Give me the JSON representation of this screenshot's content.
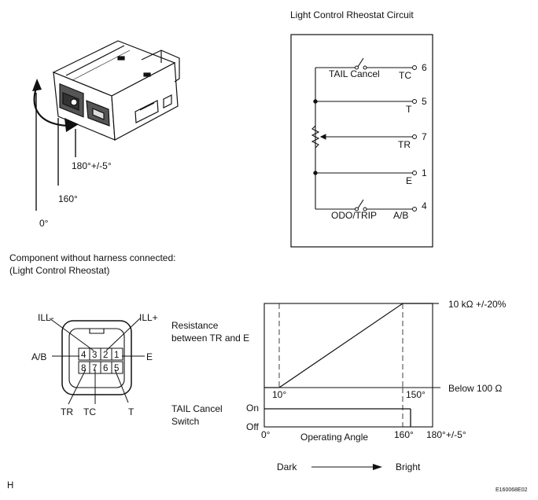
{
  "circuit": {
    "title": "Light Control Rheostat Circuit",
    "switch_top": "TAIL Cancel",
    "switch_bottom": "ODO/TRIP",
    "terminals": [
      {
        "name": "TC",
        "pin": "6"
      },
      {
        "name": "T",
        "pin": "5"
      },
      {
        "name": "TR",
        "pin": "7"
      },
      {
        "name": "E",
        "pin": "1"
      },
      {
        "name": "A/B",
        "pin": "4"
      }
    ]
  },
  "rotation": {
    "angle_max": "180°+/-5°",
    "angle_mid": "160°",
    "angle_zero": "0°"
  },
  "component": {
    "caption_line1": "Component without harness connected:",
    "caption_line2": "(Light Control Rheostat)"
  },
  "connector": {
    "top_left_label": "ILL-",
    "top_right_label": "ILL+",
    "left_label": "A/B",
    "right_label": "E",
    "bottom_labels": [
      "TR",
      "TC",
      "T"
    ],
    "pins_top_row": [
      "4",
      "3",
      "2",
      "1"
    ],
    "pins_bottom_row": [
      "8",
      "7",
      "6",
      "5"
    ]
  },
  "graph": {
    "resistance_label_line1": "Resistance",
    "resistance_label_line2": "between TR and E",
    "resistance_high": "10 kΩ +/-20%",
    "resistance_low": "Below 100 Ω",
    "angle_10": "10°",
    "angle_150": "150°",
    "switch_label_line1": "TAIL Cancel",
    "switch_label_line2": "Switch",
    "state_on": "On",
    "state_off": "Off",
    "axis_0": "0°",
    "axis_label": "Operating Angle",
    "axis_160": "160°",
    "axis_180": "180°+/-5°",
    "dark": "Dark",
    "bright": "Bright"
  },
  "footer": {
    "left_mark": "H",
    "figure_code": "E160068E02"
  }
}
